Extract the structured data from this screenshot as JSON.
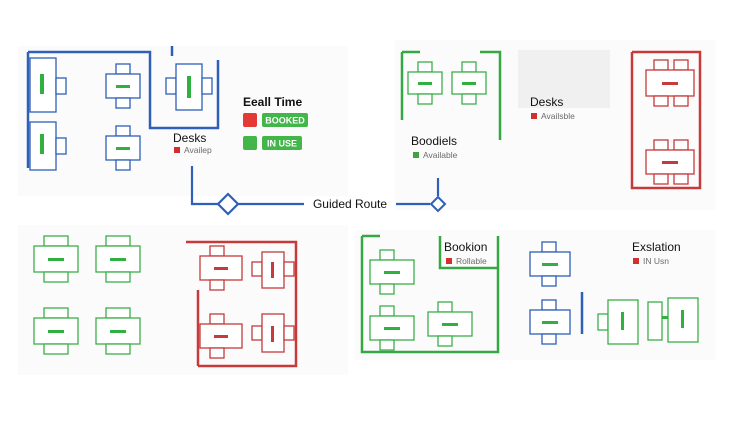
{
  "legend": {
    "title": "Eeall Time",
    "items": [
      {
        "label": "BOOKED",
        "color": "#e53935"
      },
      {
        "label": "IN USE",
        "color": "#43b649"
      }
    ]
  },
  "route": {
    "label": "Guided Route"
  },
  "zones": [
    {
      "title": "Desks",
      "status": "Availep",
      "status_color": "#d32f2f"
    },
    {
      "title": "Boodiels",
      "status": "Available",
      "status_color": "#43a047"
    },
    {
      "title": "Desks",
      "status": "Availsble",
      "status_color": "#d32f2f"
    },
    {
      "title": "Bookion",
      "status": "Rollable",
      "status_color": "#d32f2f"
    },
    {
      "title": "Exslation",
      "status": "IN Usn",
      "status_color": "#d32f2f"
    }
  ],
  "colors": {
    "blue": "#2f5fb7",
    "green": "#35a845",
    "red": "#c63a3a",
    "booked": "#e53935",
    "in_use": "#43b649"
  }
}
